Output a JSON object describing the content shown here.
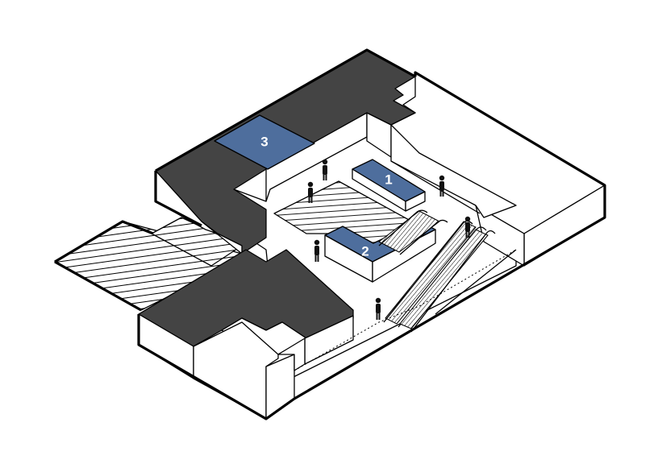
{
  "zones": [
    {
      "id": "zone-1",
      "label": "1",
      "color": "#4e6e9d"
    },
    {
      "id": "zone-2",
      "label": "2",
      "color": "#4e6e9d"
    },
    {
      "id": "zone-3",
      "label": "3",
      "color": "#4e6e9d"
    }
  ],
  "colors": {
    "roof": "#444444",
    "wall": "#ffffff",
    "outline": "#000000",
    "highlight": "#4e6e9d"
  }
}
